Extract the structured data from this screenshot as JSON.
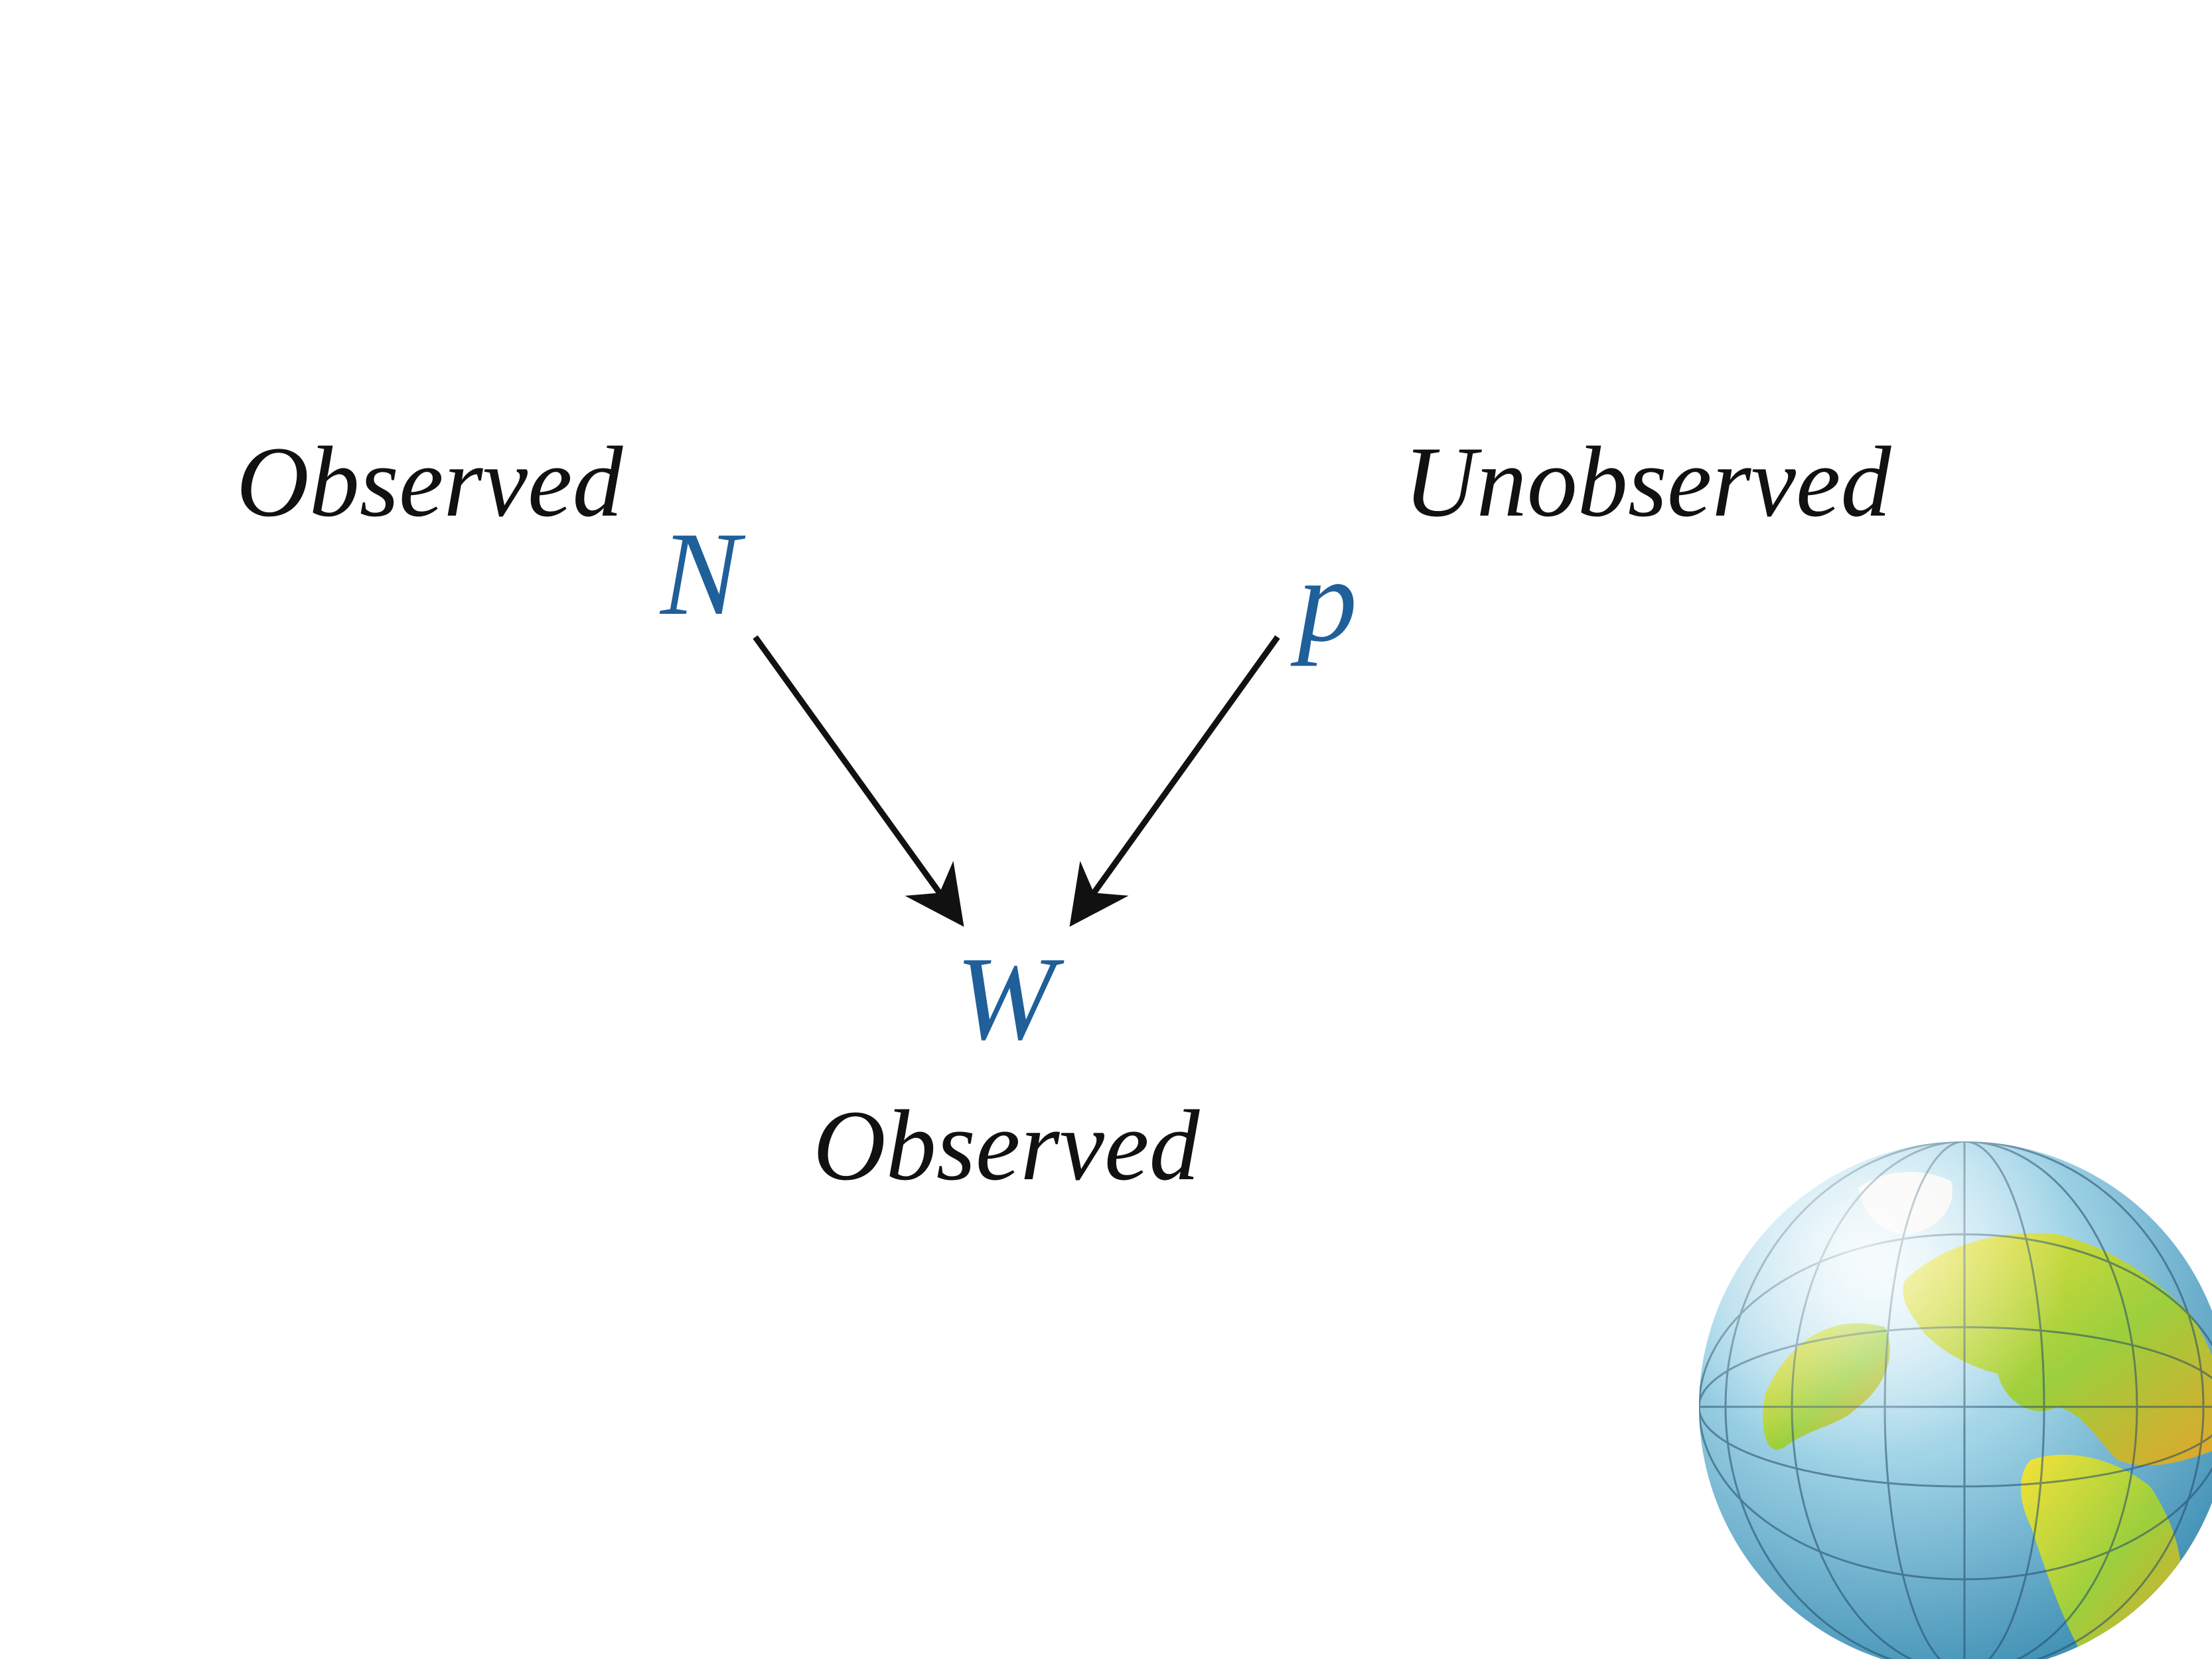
{
  "nodes": {
    "n": {
      "symbol": "N",
      "status": "Observed"
    },
    "p": {
      "symbol": "p",
      "status": "Unobserved"
    },
    "w": {
      "symbol": "W",
      "status": "Observed"
    }
  },
  "edges": [
    {
      "from": "N",
      "to": "W"
    },
    {
      "from": "p",
      "to": "W"
    }
  ],
  "colors": {
    "node": "#1f5f9a",
    "text": "#111111",
    "arrow": "#111111"
  },
  "decoration": {
    "icon": "globe-icon"
  }
}
